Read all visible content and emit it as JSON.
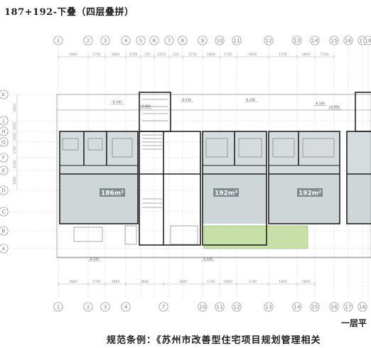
{
  "title": "187+192-下叠（四层叠拼）",
  "axes_top": [
    "1",
    "2",
    "3",
    "4",
    "5",
    "6",
    "7",
    "8",
    "9",
    "10",
    "11",
    "12",
    "13",
    "14",
    "15",
    "16",
    "17",
    "18"
  ],
  "axes_bottom": [
    "1",
    "2",
    "3",
    "4",
    "7",
    "10",
    "11",
    "12",
    "13",
    "14",
    "15",
    "16",
    "17",
    "18"
  ],
  "axes_left": [
    "K",
    "J",
    "H",
    "G",
    "F",
    "E",
    "D",
    "C",
    "B",
    "A"
  ],
  "dims_top": [
    "2800",
    "1700",
    "1800",
    "1750",
    "725",
    "2250",
    "725",
    "1750",
    "1800",
    "1700",
    "2800",
    "1700",
    "1800",
    "1700"
  ],
  "dims_bottom": [
    "2800",
    "1700",
    "1800",
    "3600",
    "1800",
    "1700",
    "2800",
    "1700",
    "1800",
    "1850"
  ],
  "dims_left": [
    "2400",
    "1200",
    "1500",
    "1700",
    "1500",
    "1850"
  ],
  "areas": [
    "186m²",
    "192m²",
    "192m²"
  ],
  "elevations": [
    "-0.130",
    "±0.000",
    "-0.130",
    "-0.130",
    "-0.130",
    "±0.000",
    "-0.130",
    "-0.130"
  ],
  "floor_label": "一层平",
  "caption": "规范条例：《苏州市改善型住宅项目规划管理相关"
}
